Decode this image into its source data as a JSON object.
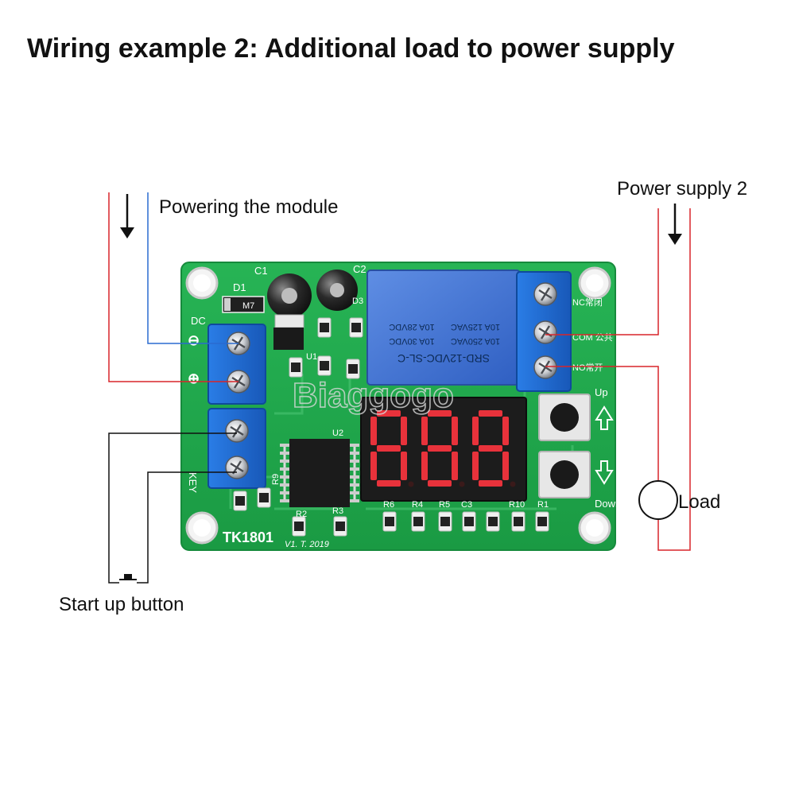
{
  "title": "Wiring example 2: Additional load to power supply",
  "labels": {
    "powering": "Powering the module",
    "power_supply_2": "Power supply 2",
    "load": "Load",
    "start_button": "Start up button"
  },
  "board": {
    "model": "TK1801",
    "version": "V1. T. 2019",
    "watermark": "Biaggogo",
    "relay": {
      "model": "SRD-12VDC-SL-C",
      "rating1": "10A 250VAC",
      "rating2": "10A 30VDC",
      "rating3": "10A 125VAC",
      "rating4": "10A 28VDC"
    },
    "display": {
      "digits": "888"
    },
    "silkscreen": {
      "dc": "DC",
      "minus": "⊖",
      "plus": "⊕",
      "key": "KEY",
      "up": "Up",
      "down": "Down",
      "nc": "NC常闭",
      "com": "COM 公共",
      "no": "NO常开",
      "d1": "D1",
      "c1": "C1",
      "c2": "C2",
      "d3": "D3",
      "u1": "U1",
      "u2": "U2",
      "r9": "R9",
      "r2": "R2",
      "r3": "R3",
      "r6": "R6",
      "r4": "R4",
      "r5": "R5",
      "c3": "C3",
      "r10": "R10",
      "r1": "R1",
      "diode_code": "M7"
    }
  },
  "colors": {
    "pcb": "#1fa34a",
    "terminal": "#1f6fd1",
    "relay": "#3d6fd3",
    "wire_red": "#d9252a",
    "wire_blue": "#2a6bd0",
    "wire_black": "#111111",
    "seg_red": "#e8323b"
  }
}
